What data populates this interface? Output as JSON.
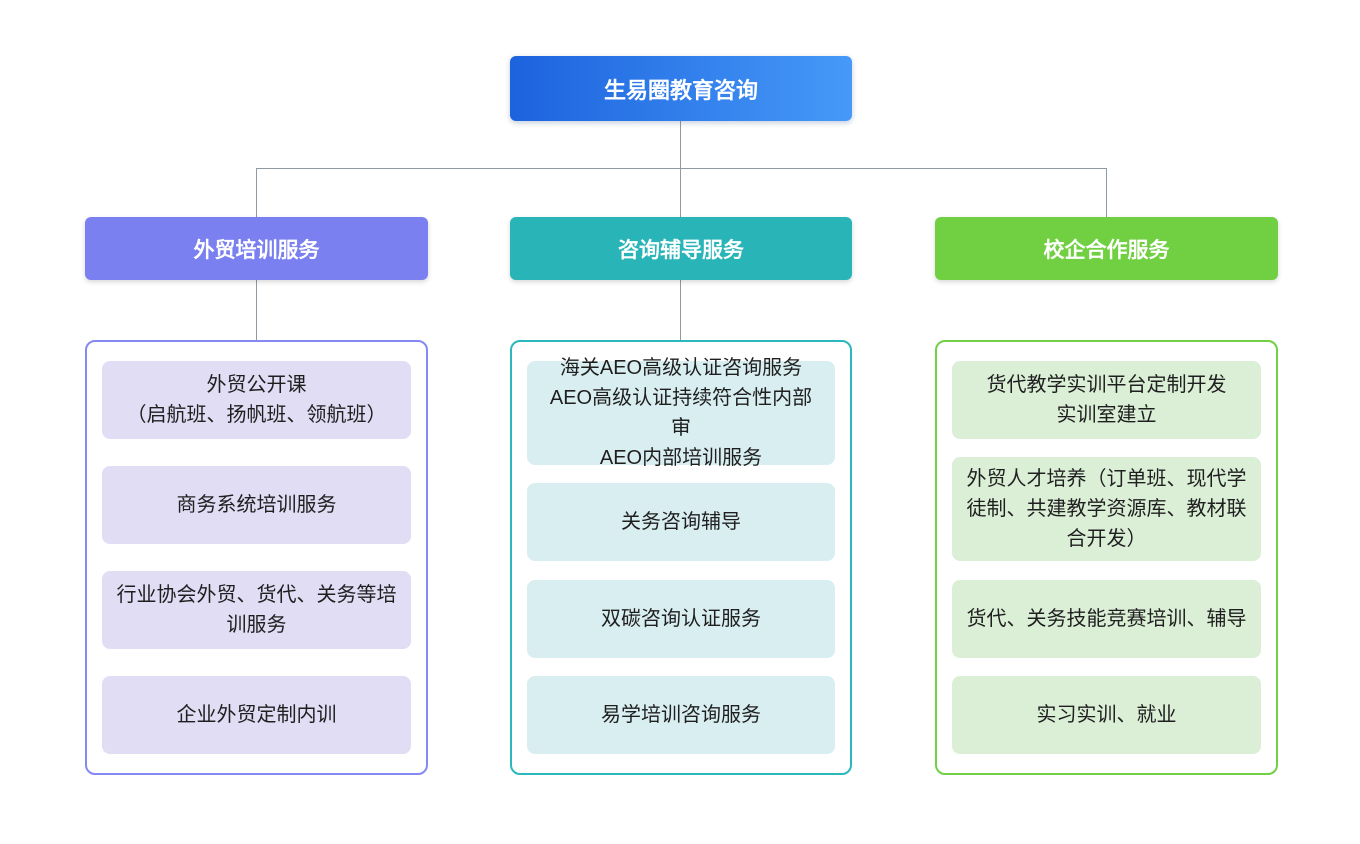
{
  "root": {
    "label": "生易圈教育咨询"
  },
  "branches": [
    {
      "label": "外贸培训服务",
      "items": [
        "外贸公开课\n（启航班、扬帆班、领航班）",
        "商务系统培训服务",
        "行业协会外贸、货代、关务等培训服务",
        "企业外贸定制内训"
      ]
    },
    {
      "label": "咨询辅导服务",
      "items": [
        "海关AEO高级认证咨询服务\nAEO高级认证持续符合性内部审\nAEO内部培训服务",
        "关务咨询辅导",
        "双碳咨询认证服务",
        "易学培训咨询服务"
      ]
    },
    {
      "label": "校企合作服务",
      "items": [
        "货代教学实训平台定制开发\n实训室建立",
        "外贸人才培养（订单班、现代学徒制、共建教学资源库、教材联合开发）",
        "货代、关务技能竞赛培训、辅导",
        "实习实训、就业"
      ]
    }
  ],
  "colors": {
    "root_gradient_start": "#1c63de",
    "root_gradient_end": "#4699f8",
    "branch_purple_header": "#7a80f0",
    "branch_teal_header": "#29b4b8",
    "branch_green_header": "#71d041",
    "purple_container_border": "#8589f2",
    "teal_container_border": "#2ab8bc",
    "green_container_border": "#72d045",
    "purple_item_bg": "#e0ddf4",
    "teal_item_bg": "#d9eef0",
    "green_item_bg": "#dbefd7",
    "connector_line": "#909aa5",
    "item_text": "#1f1f1f"
  }
}
